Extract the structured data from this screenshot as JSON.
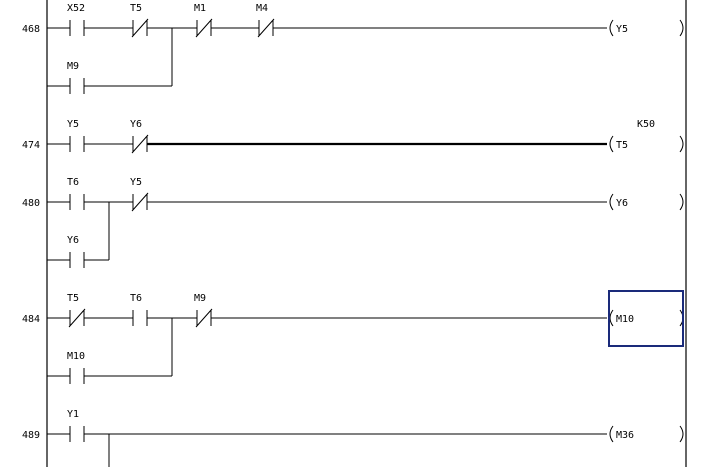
{
  "rungs": [
    {
      "step": "468",
      "series": [
        {
          "name": "X52",
          "type": "no"
        },
        {
          "name": "T5",
          "type": "nc"
        },
        {
          "name": "M1",
          "type": "nc"
        },
        {
          "name": "M4",
          "type": "nc"
        }
      ],
      "branch": {
        "name": "M9",
        "type": "no"
      },
      "coil": "(Y5",
      "param": "",
      "bold": false,
      "selected": false
    },
    {
      "step": "474",
      "series": [
        {
          "name": "Y5",
          "type": "no"
        },
        {
          "name": "Y6",
          "type": "nc"
        }
      ],
      "branch": null,
      "coil": "(T5",
      "param": "K50",
      "bold": true,
      "selected": false
    },
    {
      "step": "480",
      "series": [
        {
          "name": "T6",
          "type": "no"
        },
        {
          "name": "Y5",
          "type": "nc"
        }
      ],
      "branch": {
        "name": "Y6",
        "type": "no"
      },
      "coil": "(Y6",
      "param": "",
      "bold": false,
      "selected": false
    },
    {
      "step": "484",
      "series": [
        {
          "name": "T5",
          "type": "nc"
        },
        {
          "name": "T6",
          "type": "no"
        },
        {
          "name": "M9",
          "type": "nc"
        }
      ],
      "branch": {
        "name": "M10",
        "type": "no"
      },
      "coil": "(M10",
      "param": "",
      "bold": false,
      "selected": true
    },
    {
      "step": "489",
      "series": [
        {
          "name": "Y1",
          "type": "no"
        }
      ],
      "branch": null,
      "coil": "(M36",
      "param": "",
      "bold": false,
      "selected": false
    }
  ]
}
